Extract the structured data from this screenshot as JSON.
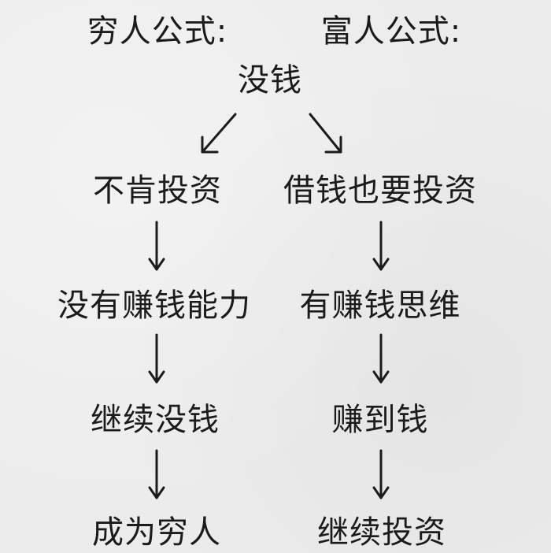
{
  "headers": {
    "poor": "穷人公式:",
    "rich": "富人公式:"
  },
  "root": "没钱",
  "poor_path": [
    "不肯投资",
    "没有赚钱能力",
    "继续没钱",
    "成为穷人"
  ],
  "rich_path": [
    "借钱也要投资",
    "有赚钱思维",
    "赚到钱",
    "继续投资"
  ]
}
